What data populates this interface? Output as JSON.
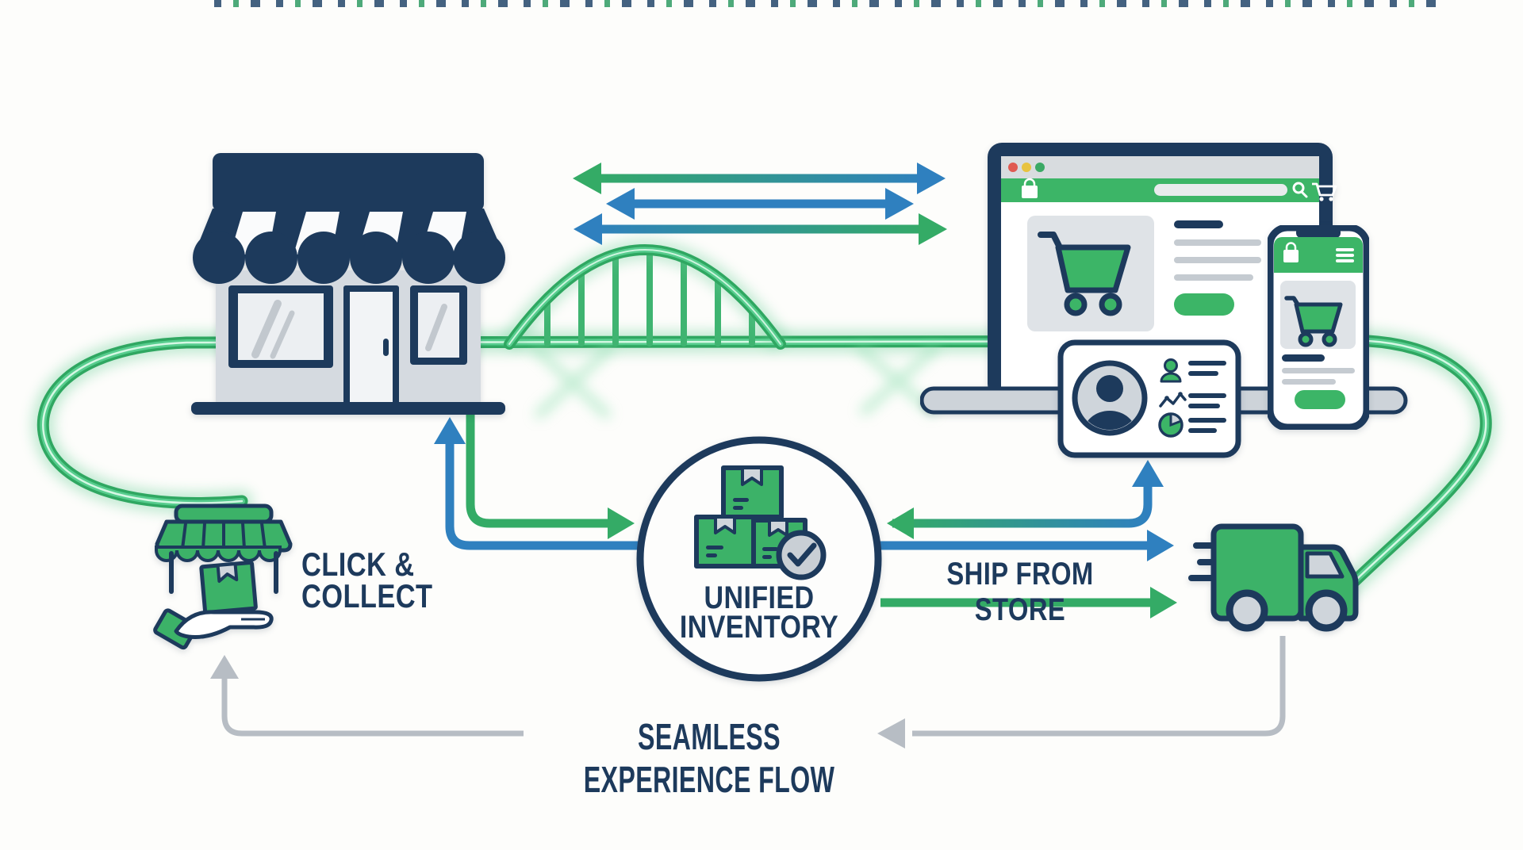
{
  "diagram": {
    "labels": {
      "click_collect": "CLICK &\nCOLLECT",
      "unified_inventory": "UNIFIED\nINVENTORY",
      "ship_from_store": "SHIP FROM STORE",
      "seamless_flow": "SEAMLESS EXPERIENCE FLOW"
    },
    "colors": {
      "navy": "#1d3a5c",
      "green": "#34ab66",
      "green_glow": "#57cd8e",
      "blue": "#2f80bf",
      "flow_gray": "#b7bdc4",
      "panel_gray": "#d8dce2",
      "background": "#fdfdfb",
      "traffic_red": "#e05a52",
      "traffic_yellow": "#e8c33f",
      "traffic_green": "#3aa964"
    },
    "icons": [
      "storefront-icon",
      "awning-icon",
      "bridge-icon",
      "laptop-icon",
      "browser-traffic-lights",
      "shopping-bag-icon",
      "search-icon",
      "shopping-cart-icon",
      "smartphone-icon",
      "hamburger-menu-icon",
      "customer-card-icon",
      "avatar-icon",
      "user-icon",
      "line-chart-icon",
      "pie-chart-icon",
      "inventory-boxes-icon",
      "check-icon",
      "delivery-truck-icon",
      "hand-package-icon",
      "up-arrow",
      "left-arrow",
      "right-arrow"
    ]
  }
}
